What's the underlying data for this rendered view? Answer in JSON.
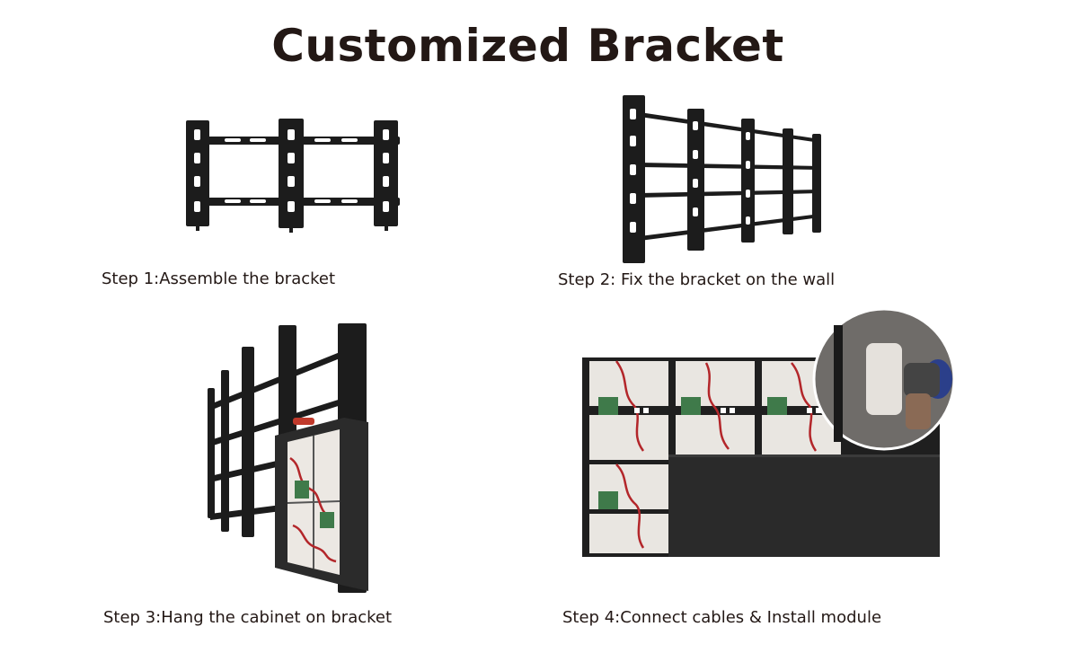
{
  "page": {
    "title": "Customized Bracket"
  },
  "steps": [
    {
      "caption": "Step 1:Assemble the bracket",
      "image": "assembled-bracket-image"
    },
    {
      "caption": "Step 2: Fix the bracket on the wall",
      "image": "wall-mounted-bracket-image"
    },
    {
      "caption": "Step 3:Hang the cabinet on bracket",
      "image": "cabinet-on-bracket-image"
    },
    {
      "caption": "Step 4:Connect cables & Install module",
      "image": "cables-and-module-image"
    }
  ],
  "colors": {
    "text": "#231815",
    "bracket": "#1c1c1c",
    "module": "#2a2a2a",
    "cable_red": "#b3262a",
    "board_green": "#3f7a4a"
  }
}
